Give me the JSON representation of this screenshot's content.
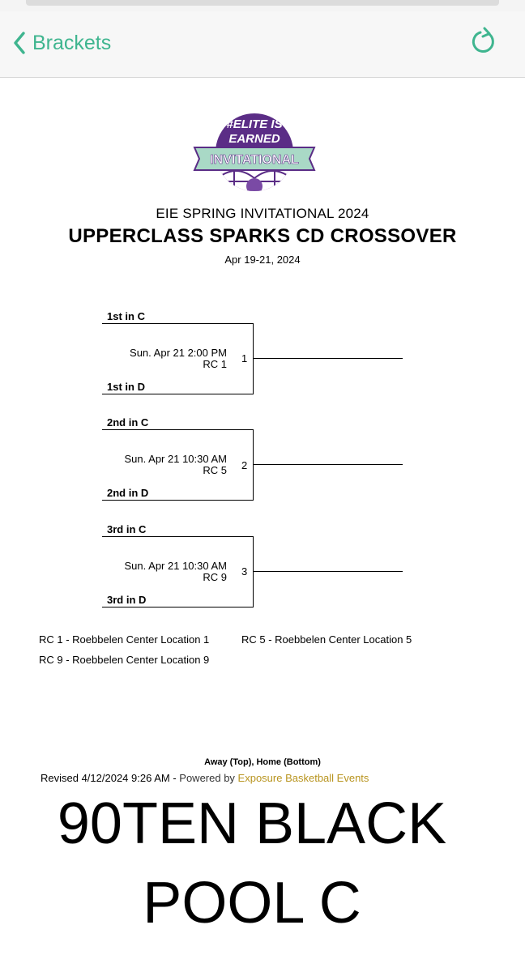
{
  "nav": {
    "back_label": "Brackets",
    "accent_color": "#3fb58f",
    "back_icon": "chevron-left-icon",
    "refresh_icon": "refresh-icon"
  },
  "logo": {
    "line1": "#ELITE IS",
    "line2": "EARNED",
    "banner": "INVITATIONAL"
  },
  "header": {
    "event_title": "EIE SPRING INVITATIONAL 2024",
    "bracket_title": "UPPERCLASS SPARKS CD CROSSOVER",
    "dates": "Apr 19-21, 2024"
  },
  "games": [
    {
      "number": "1",
      "top_team": "1st in C",
      "bottom_team": "1st in D",
      "time": "Sun. Apr 21 2:00 PM",
      "court": "RC 1"
    },
    {
      "number": "2",
      "top_team": "2nd in C",
      "bottom_team": "2nd in D",
      "time": "Sun. Apr 21 10:30 AM",
      "court": "RC 5"
    },
    {
      "number": "3",
      "top_team": "3rd in C",
      "bottom_team": "3rd in D",
      "time": "Sun. Apr 21 10:30 AM",
      "court": "RC 9"
    }
  ],
  "legend": [
    "RC 1 - Roebbelen Center Location 1",
    "RC 5 - Roebbelen Center Location 5",
    "RC 9 - Roebbelen Center Location 9"
  ],
  "footer": {
    "note": "Away (Top), Home (Bottom)",
    "revised": "Revised 4/12/2024 9:26 AM - ",
    "powered_by": "Powered by ",
    "link": "Exposure Basketball Events",
    "link_color": "#b8941f"
  },
  "caption": {
    "line1": "90TEN BLACK",
    "line2": "POOL C"
  }
}
